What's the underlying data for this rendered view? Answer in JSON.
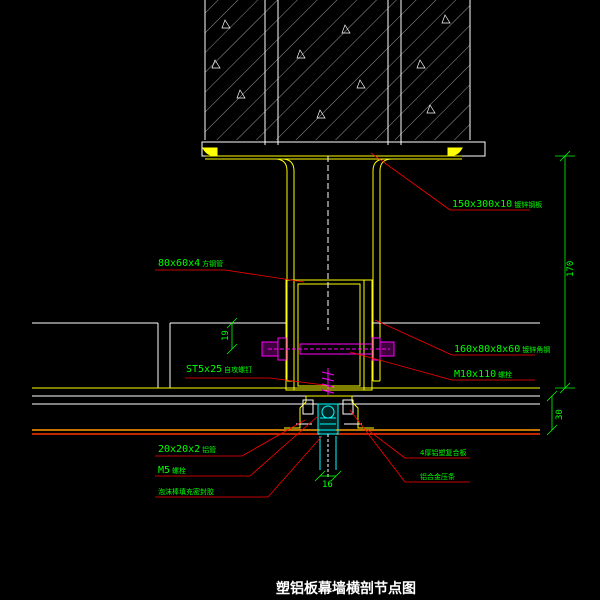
{
  "colors": {
    "background": "#000000",
    "structure": "#ffffff",
    "steel": "#ffff00",
    "leader": "#ff0000",
    "label": "#00ff00",
    "bolt": "#ff00ff",
    "cyan": "#00ffff",
    "panel": "#ff9900",
    "dimension": "#00ff00"
  },
  "callouts": {
    "embed_plate": "150x300x10",
    "embed_plate_suffix": "镀锌钢板",
    "main_tube": "80x60x4",
    "main_tube_suffix": "方钢管",
    "angle": "160x80x8x60",
    "angle_suffix": "镀锌角钢",
    "bolt": "M10x110",
    "bolt_suffix": "螺栓",
    "screw": "ST5x25",
    "screw_suffix": "自攻螺钉",
    "small_tube": "20x20x2",
    "small_tube_suffix": "铝管",
    "m5": "M5",
    "m5_suffix": "螺栓",
    "foam": "泡沫棒填充密封胶",
    "panel_right": "4厚铝塑复合板",
    "gasket_right": "铝合金压条"
  },
  "dimensions": {
    "height_total": "170",
    "height_lower": "30",
    "offset_left": "19",
    "joint_width": "16"
  },
  "title": "塑铝板幕墙横剖节点图"
}
